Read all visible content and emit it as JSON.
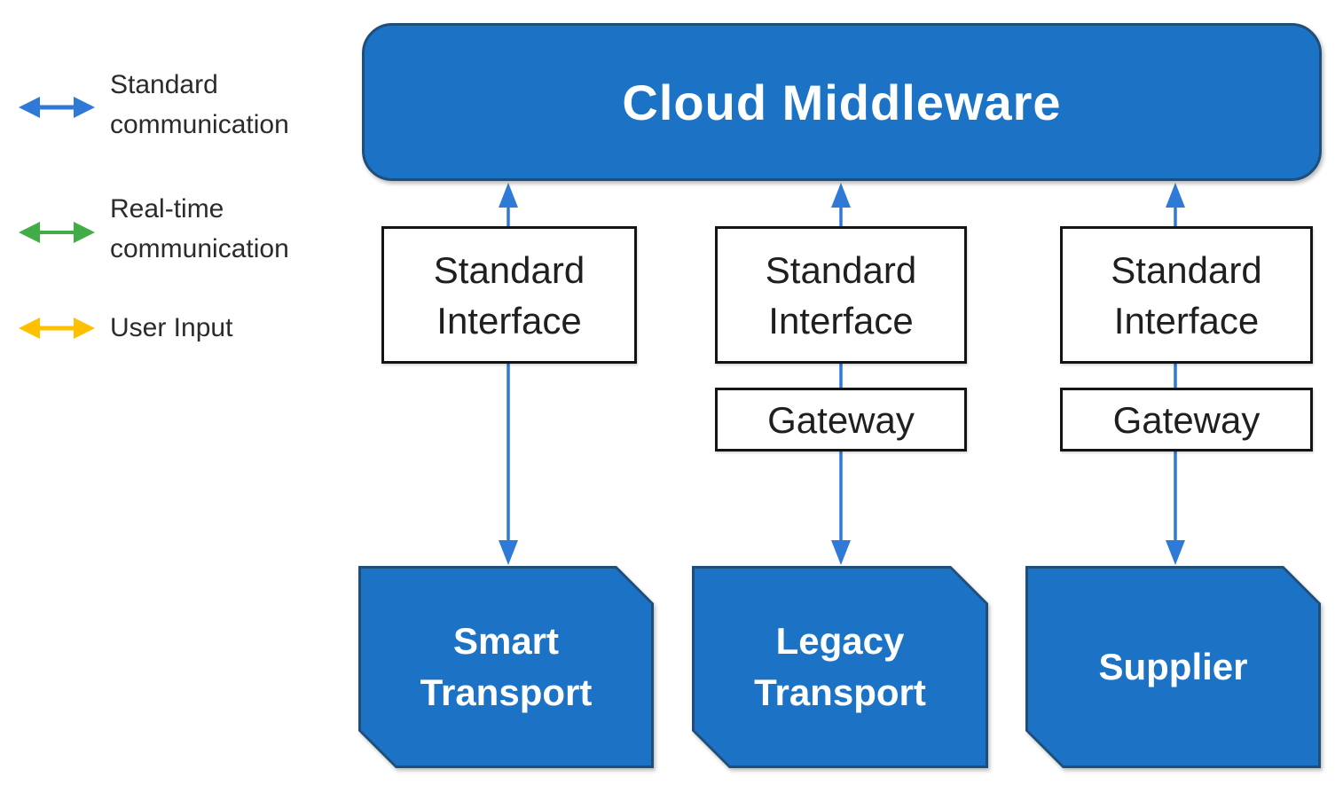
{
  "colors": {
    "box_blue": "#1C73C6",
    "box_blue_border": "#1F4E79",
    "arrow_blue": "#2E7AD6",
    "green": "#41AD49",
    "yellow": "#FFC000",
    "white_box_border": "#141414",
    "text_dark": "#1F1F1F",
    "legend_text": "#2B2B2B"
  },
  "legend": {
    "items": [
      {
        "icon": "blue-double-arrow-icon",
        "label": "Standard communication",
        "color": "#2E7AD6"
      },
      {
        "icon": "green-double-arrow-icon",
        "label": "Real-time communication",
        "color": "#41AD49"
      },
      {
        "icon": "yellow-double-arrow-icon",
        "label": "User Input",
        "color": "#FFC000"
      }
    ]
  },
  "diagram": {
    "cloud": {
      "label": "Cloud Middleware"
    },
    "columns": [
      {
        "interface_label": "Standard Interface",
        "gateway_label": "",
        "endpoint_label": "Smart Transport"
      },
      {
        "interface_label": "Standard Interface",
        "gateway_label": "Gateway",
        "endpoint_label": "Legacy Transport"
      },
      {
        "interface_label": "Standard Interface",
        "gateway_label": "Gateway",
        "endpoint_label": "Supplier"
      }
    ]
  }
}
